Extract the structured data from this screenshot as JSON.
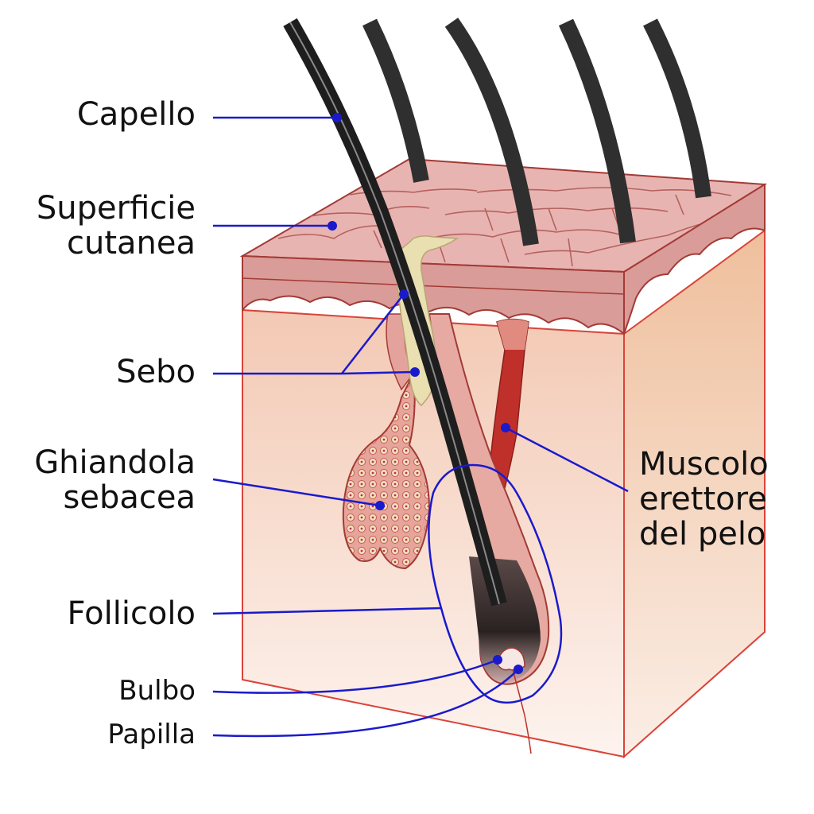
{
  "labels": {
    "capello": "Capello",
    "superficie_line1": "Superficie",
    "superficie_line2": "cutanea",
    "sebo": "Sebo",
    "ghiandola_line1": "Ghiandola",
    "ghiandola_line2": "sebacea",
    "follicolo": "Follicolo",
    "bulbo": "Bulbo",
    "papilla": "Papilla",
    "muscolo_line1": "Muscolo",
    "muscolo_line2": "erettore",
    "muscolo_line3": "del pelo"
  },
  "colors": {
    "leader": "#1a1acc",
    "hair": "#2b2b2b",
    "skin_top": "#e9b3b0",
    "dermis": "#f6ddd0",
    "muscle": "#c0302a",
    "sebum": "#e9dfb0",
    "outline": "#d9443a"
  }
}
